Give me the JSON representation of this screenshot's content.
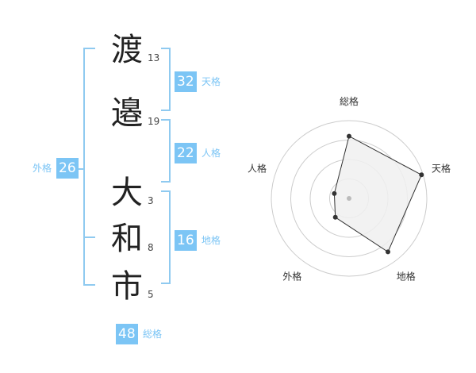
{
  "name": {
    "characters": [
      {
        "char": "渡",
        "strokes": "13"
      },
      {
        "char": "邉",
        "strokes": "19"
      },
      {
        "char": "大",
        "strokes": "3"
      },
      {
        "char": "和",
        "strokes": "8"
      },
      {
        "char": "市",
        "strokes": "5"
      }
    ]
  },
  "scores": {
    "tenkaku": {
      "value": "32",
      "label": "天格"
    },
    "jinkaku": {
      "value": "22",
      "label": "人格"
    },
    "chikaku": {
      "value": "16",
      "label": "地格"
    },
    "gaikaku": {
      "value": "26",
      "label": "外格"
    },
    "soukaku": {
      "value": "48",
      "label": "総格"
    }
  },
  "chart_data": {
    "type": "radar",
    "axes": [
      "総格",
      "天格",
      "地格",
      "外格",
      "人格"
    ],
    "values": [
      0.8,
      0.98,
      0.85,
      0.3,
      0.2
    ],
    "rings": 4,
    "grid": true,
    "colors": {
      "fill": "#f0f0f0",
      "line": "#333333",
      "ring": "#cccccc",
      "point": "#333333",
      "center": "#bbbbbb"
    }
  }
}
